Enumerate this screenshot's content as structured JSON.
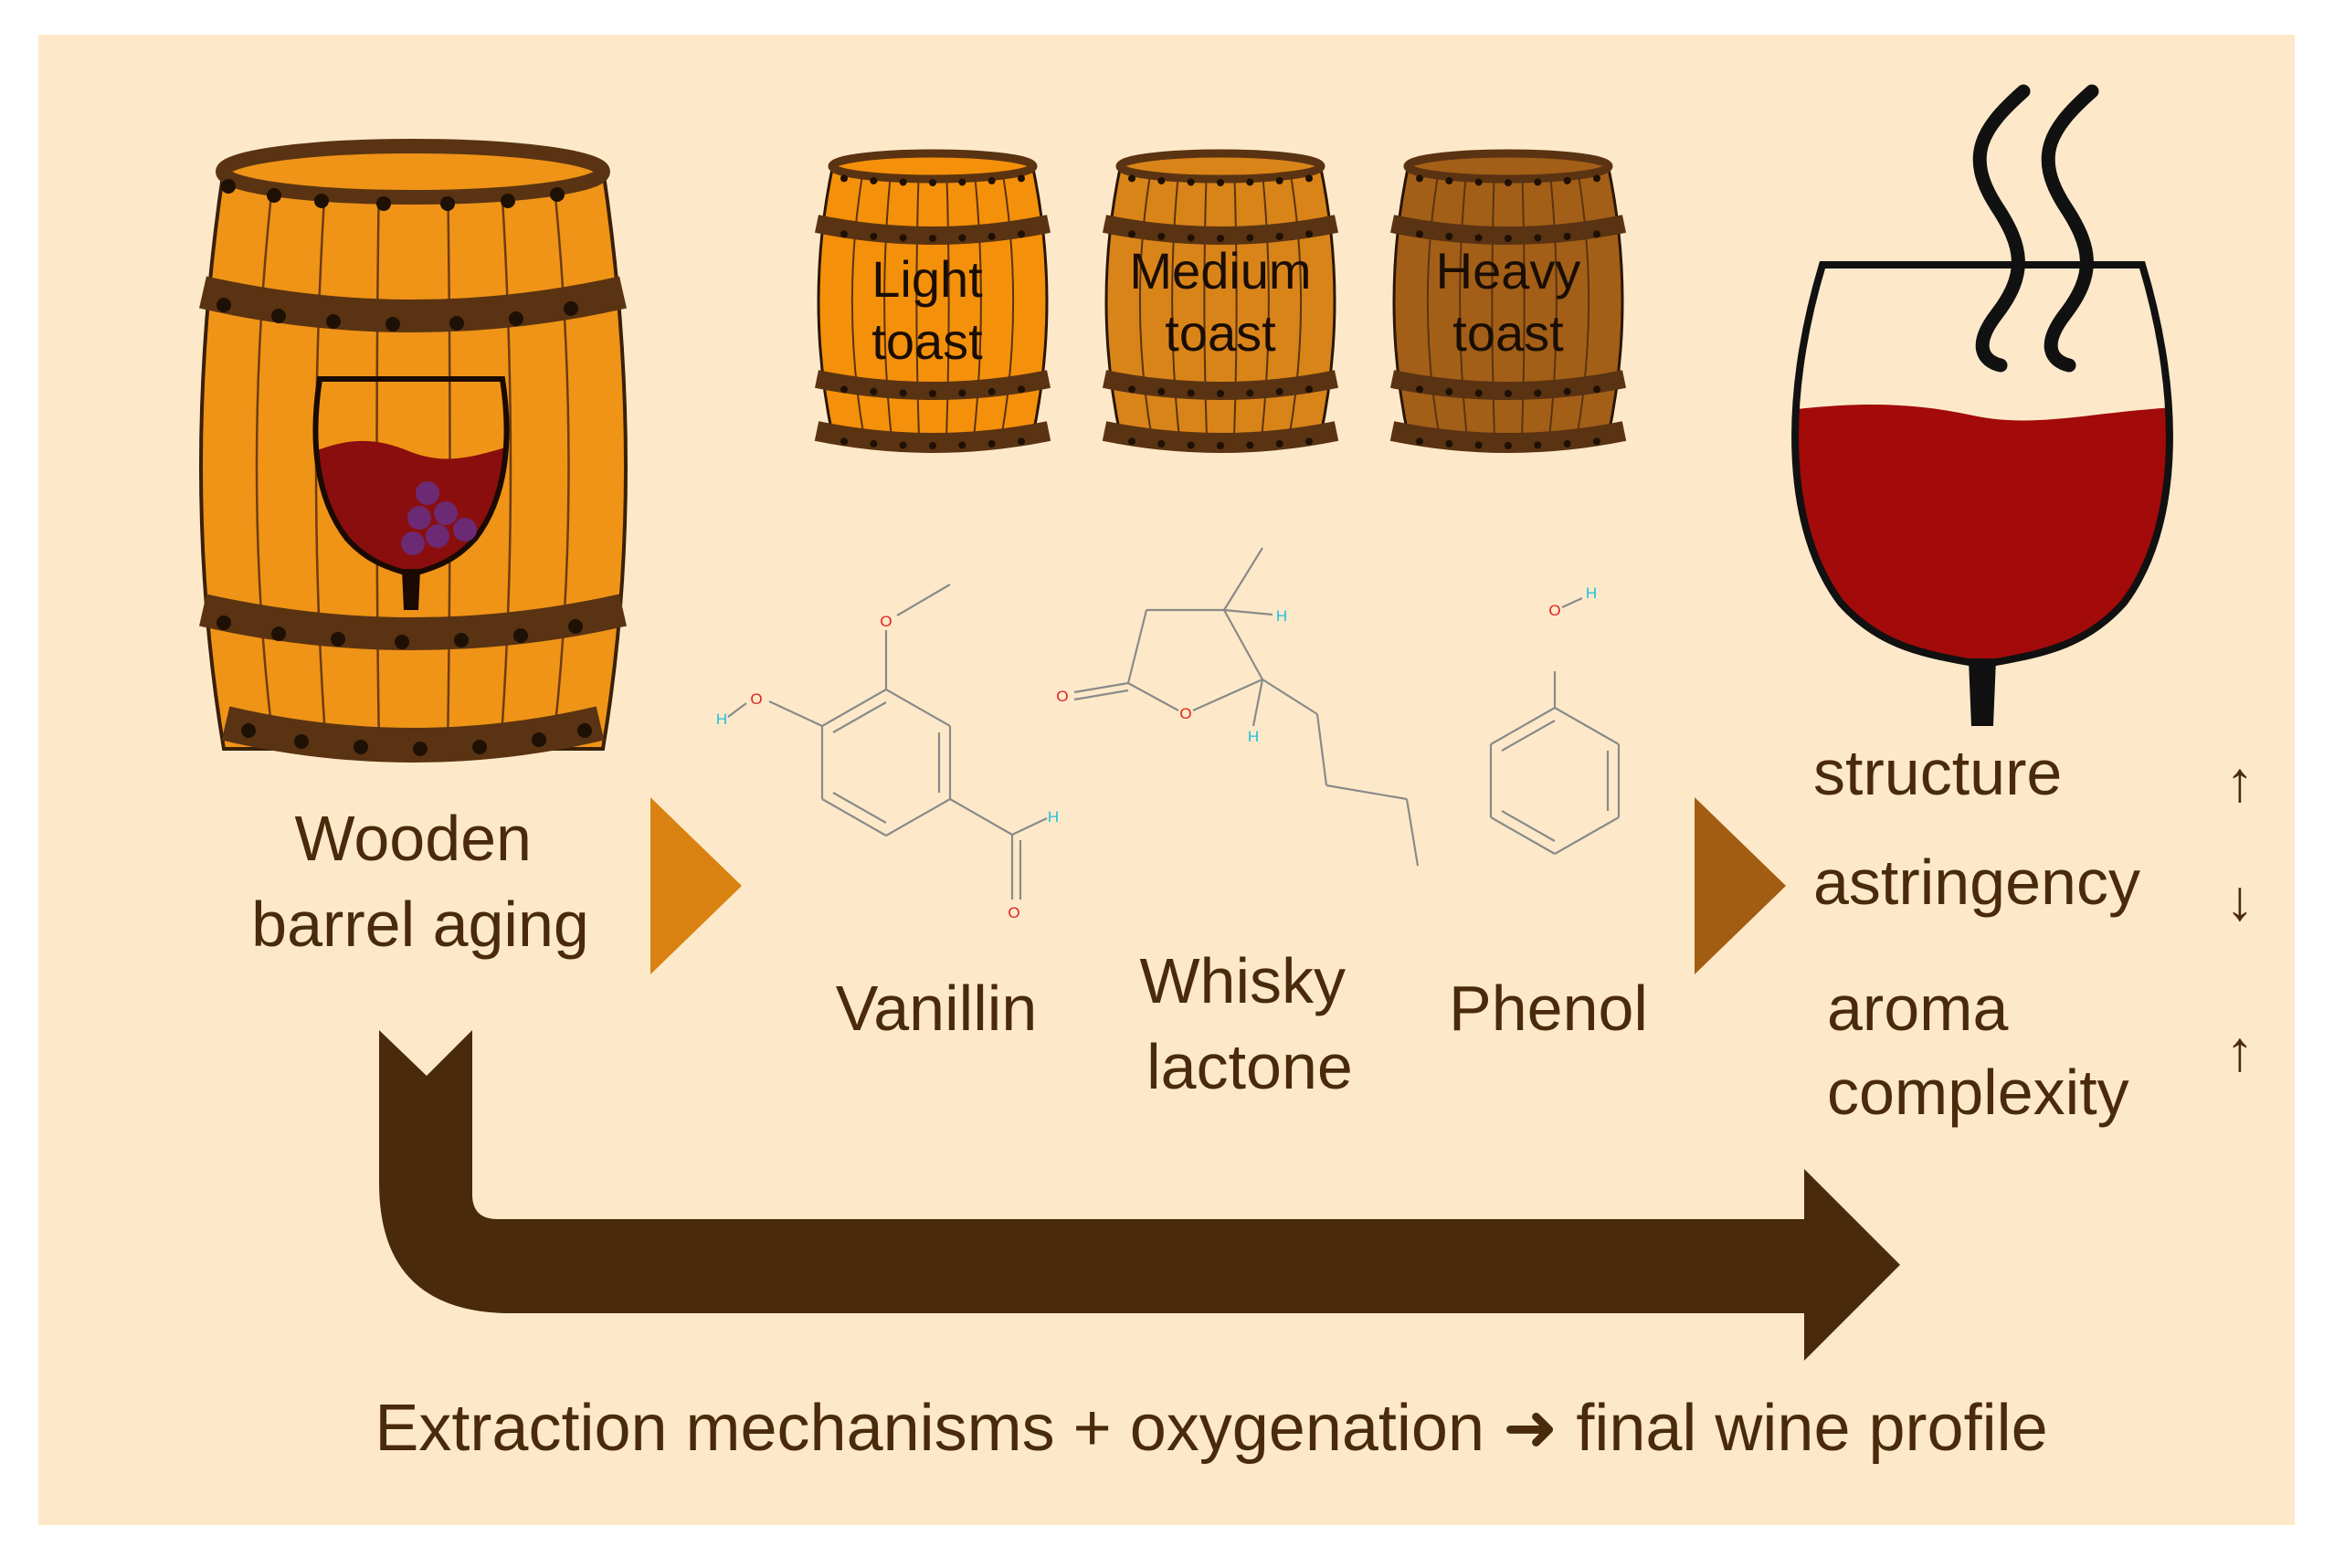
{
  "main_label": [
    "Wooden",
    "barrel aging"
  ],
  "toast_levels": [
    {
      "lines": [
        "Light",
        "toast"
      ],
      "color": "#f5900a"
    },
    {
      "lines": [
        "Medium",
        "toast"
      ],
      "color": "#d98419"
    },
    {
      "lines": [
        "Heavy",
        "toast"
      ],
      "color": "#a35f17"
    }
  ],
  "compounds": [
    {
      "lines": [
        "Vanillin"
      ]
    },
    {
      "lines": [
        "Whisky",
        "lactone"
      ]
    },
    {
      "lines": [
        "Phenol"
      ]
    }
  ],
  "atoms": {
    "oxygen": "O",
    "hydrogen": "H"
  },
  "effects": [
    {
      "lines": [
        "structure"
      ],
      "arrow": "↑"
    },
    {
      "lines": [
        "astringency"
      ],
      "arrow": "↓"
    },
    {
      "lines": [
        "aroma",
        "complexity"
      ],
      "arrow": "↑"
    }
  ],
  "footer": "Extraction mechanisms + oxygenation ➜ final wine profile",
  "colors": {
    "background": "#fde9c9",
    "barrel_main": "#ef9417",
    "hoop": "#5a3312",
    "wine": "#a30a0a",
    "grape": "#6b2a73",
    "dark_arrow": "#4a2a0c",
    "arrow_light": "#d98212",
    "arrow_dark": "#a25d12",
    "molecule_bond": "#8a8a8a",
    "oxygen": "#e02020",
    "hydrogen": "#20c0e0"
  }
}
